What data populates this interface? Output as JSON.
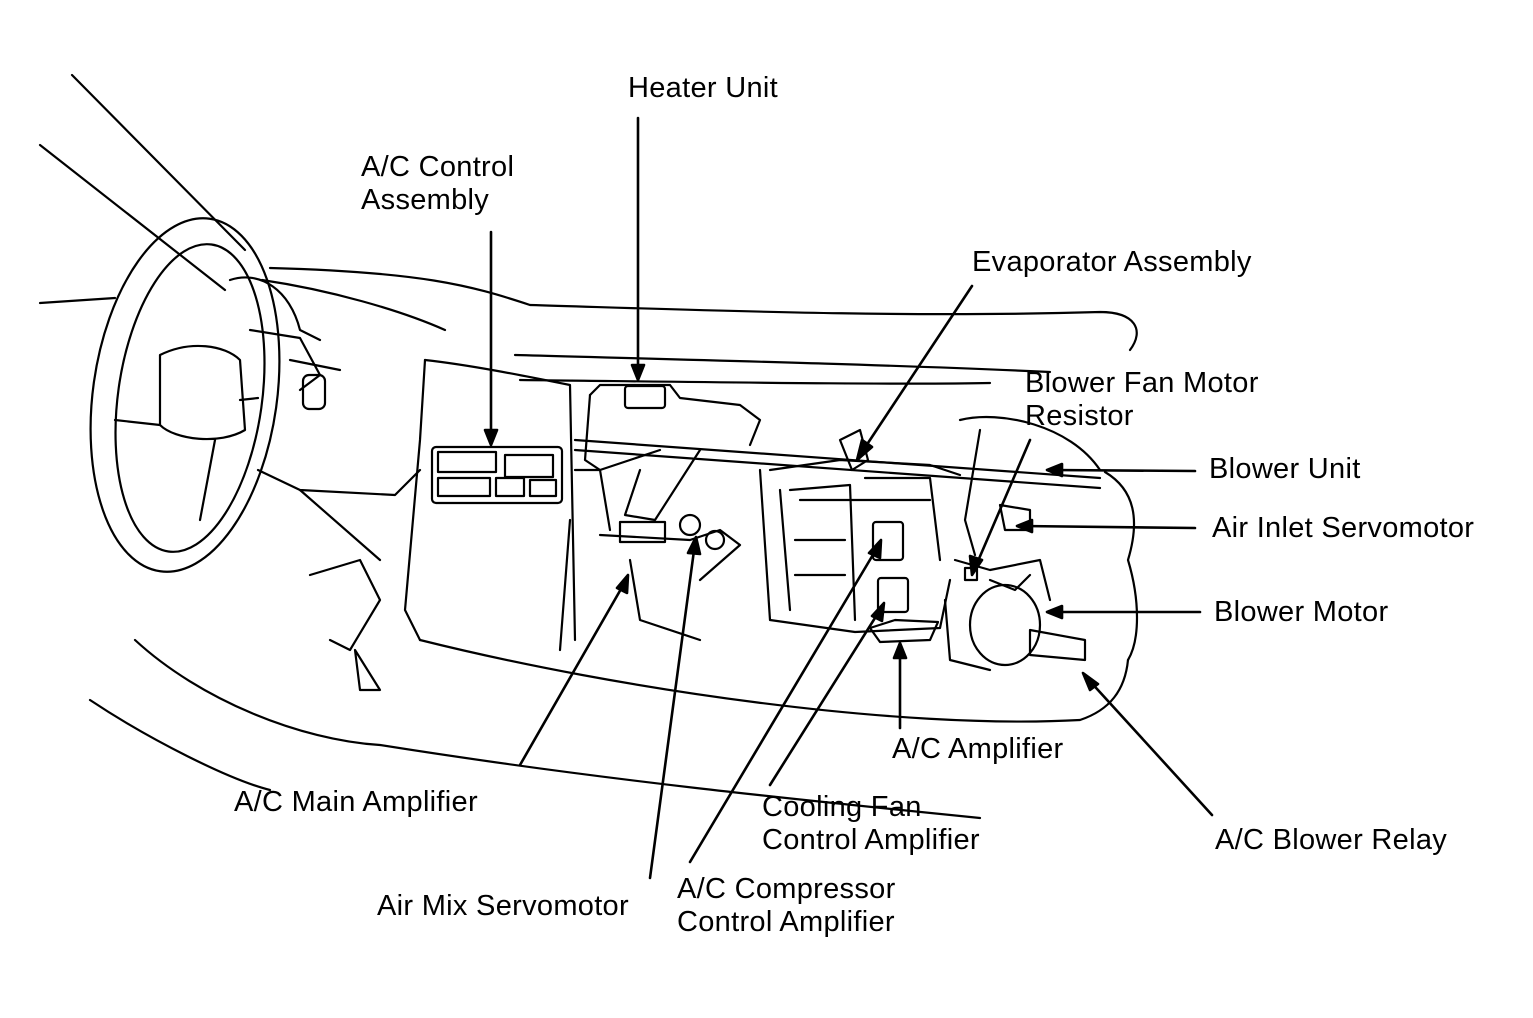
{
  "labels": {
    "heater_unit": "Heater Unit",
    "ac_control_assembly": [
      "A/C Control",
      "Assembly"
    ],
    "evaporator_assembly": "Evaporator Assembly",
    "blower_fan_motor_resistor": [
      "Blower Fan Motor",
      "Resistor"
    ],
    "blower_unit": "Blower Unit",
    "air_inlet_servomotor": "Air Inlet Servomotor",
    "blower_motor": "Blower Motor",
    "ac_amplifier": "A/C Amplifier",
    "ac_main_amplifier": "A/C Main Amplifier",
    "cooling_fan_control_amplifier": [
      "Cooling Fan",
      "Control Amplifier"
    ],
    "ac_blower_relay": "A/C Blower Relay",
    "air_mix_servomotor": "Air Mix Servomotor",
    "ac_compressor_control_amplifier": [
      "A/C Compressor",
      "Control Amplifier"
    ]
  },
  "colors": {
    "ink": "#000000",
    "paper": "#ffffff"
  }
}
